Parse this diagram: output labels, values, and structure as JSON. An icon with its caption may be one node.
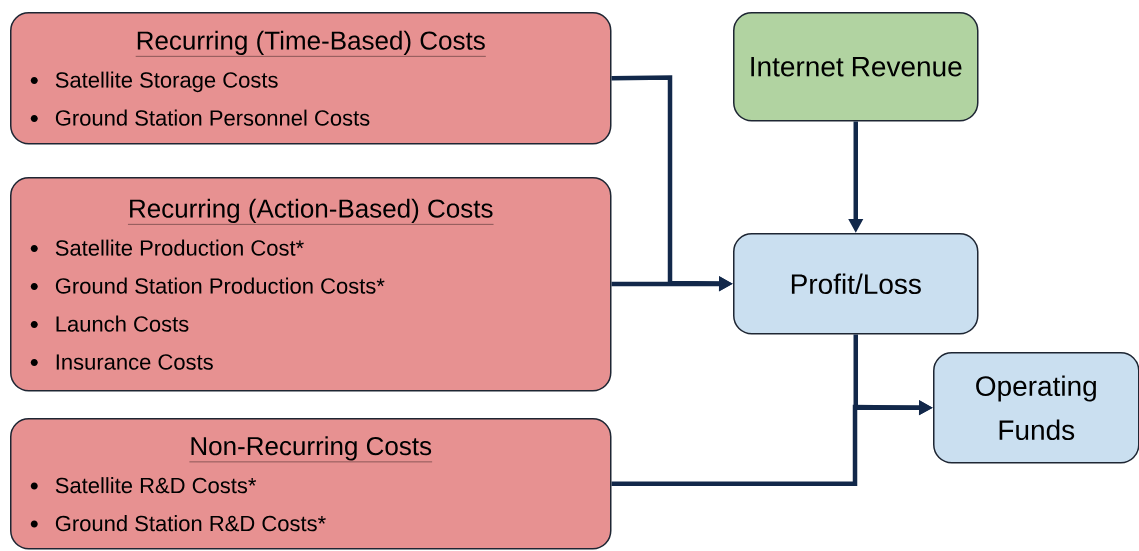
{
  "diagram": {
    "nodes": [
      {
        "text": [
          "Recurring (Time-Based) Costs",
          "Satellite Storage Costs",
          "Ground Station Personnel Costs"
        ]
      },
      {
        "text": [
          "Internet Revenue"
        ]
      },
      {
        "text": [
          "Recurring (Action-Based) Costs",
          "Satellite Production Cost*",
          "Ground Station Production Costs*",
          "Launch Costs",
          "Insurance Costs"
        ]
      },
      {
        "text": [
          "Profit/Loss"
        ]
      },
      {
        "text": [
          "Non-Recurring Costs",
          "Satellite R&D Costs*",
          "Ground Station R&D Costs*"
        ]
      },
      {
        "text": [
          "Operating Funds"
        ]
      }
    ],
    "edges": [
      {
        "from": 0,
        "to": 3,
        "arrow": "to"
      },
      {
        "from": 2,
        "to": 3,
        "arrow": "to"
      },
      {
        "from": 1,
        "to": 3,
        "arrow": "to"
      },
      {
        "from": 3,
        "to": 5,
        "arrow": "to"
      },
      {
        "from": 4,
        "to": 5,
        "arrow": "to"
      }
    ]
  }
}
